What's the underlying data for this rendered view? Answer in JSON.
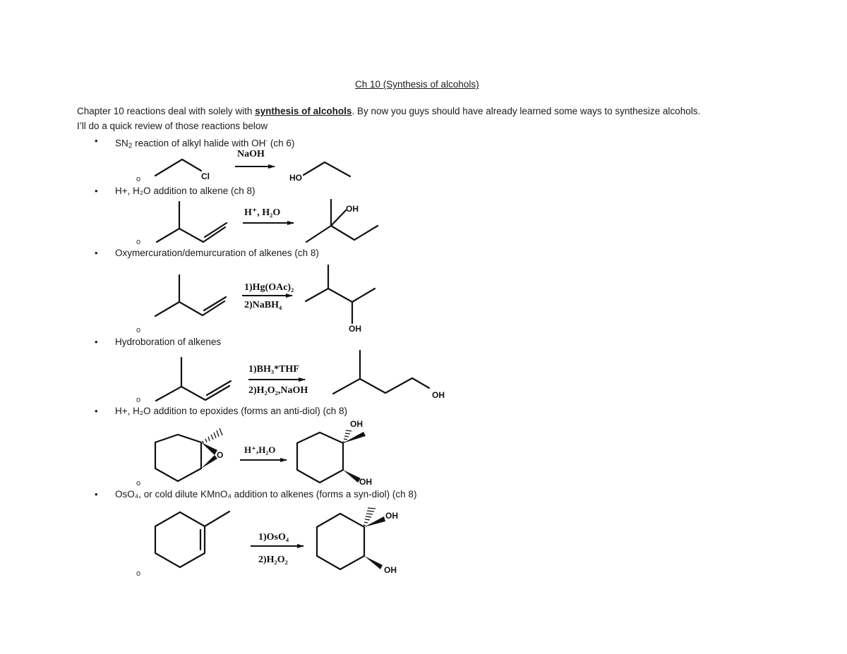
{
  "document": {
    "title": "Ch 10 (Synthesis of alcohols)",
    "intro": {
      "line1_before": "Chapter 10 reactions deal with solely with ",
      "line1_emphasis": "synthesis of alcohols",
      "line1_after": ". By now you guys should have already learned some ways to synthesize alcohols.",
      "line2": "I’ll do a quick review of those reactions below"
    },
    "bullet_glyph": "•",
    "subbullet_glyph": "o",
    "reactions": [
      {
        "heading_pre": "SN",
        "heading_sub": "2",
        "heading_post": " reaction of alkyl halide with OH",
        "heading_sup": "-",
        "heading_tail": " (ch 6)",
        "reagent_top": "NaOH",
        "reactant_label": "Cl",
        "product_label": "HO"
      },
      {
        "heading": "H+, H₂O addition to alkene (ch 8)",
        "reagent_top": "H⁺, H₂O",
        "product_label": "OH"
      },
      {
        "heading": "Oxymercuration/demurcuration of alkenes (ch 8)",
        "reagent_top": "1)Hg(OAc)₂",
        "reagent_bottom": "2)NaBH₄",
        "product_label": "OH"
      },
      {
        "heading": "Hydroboration of alkenes",
        "reagent_top": "1)BH₃*THF",
        "reagent_bottom": "2)H₂O₂,NaOH",
        "product_label": "OH"
      },
      {
        "heading": "H+, H₂O addition to epoxides (forms an anti-diol) (ch 8)",
        "reagent_top": "H⁺,H₂O",
        "reactant_label": "O",
        "product_label_top": "OH",
        "product_label_bottom": "OH"
      },
      {
        "heading": "OsO₄, or cold dilute KMnO₄ addition to alkenes (forms a syn-diol) (ch 8)",
        "reagent_top": "1)OsO₄",
        "reagent_bottom": "2)H₂O₂",
        "product_label_top": "OH",
        "product_label_bottom": "OH"
      }
    ]
  }
}
